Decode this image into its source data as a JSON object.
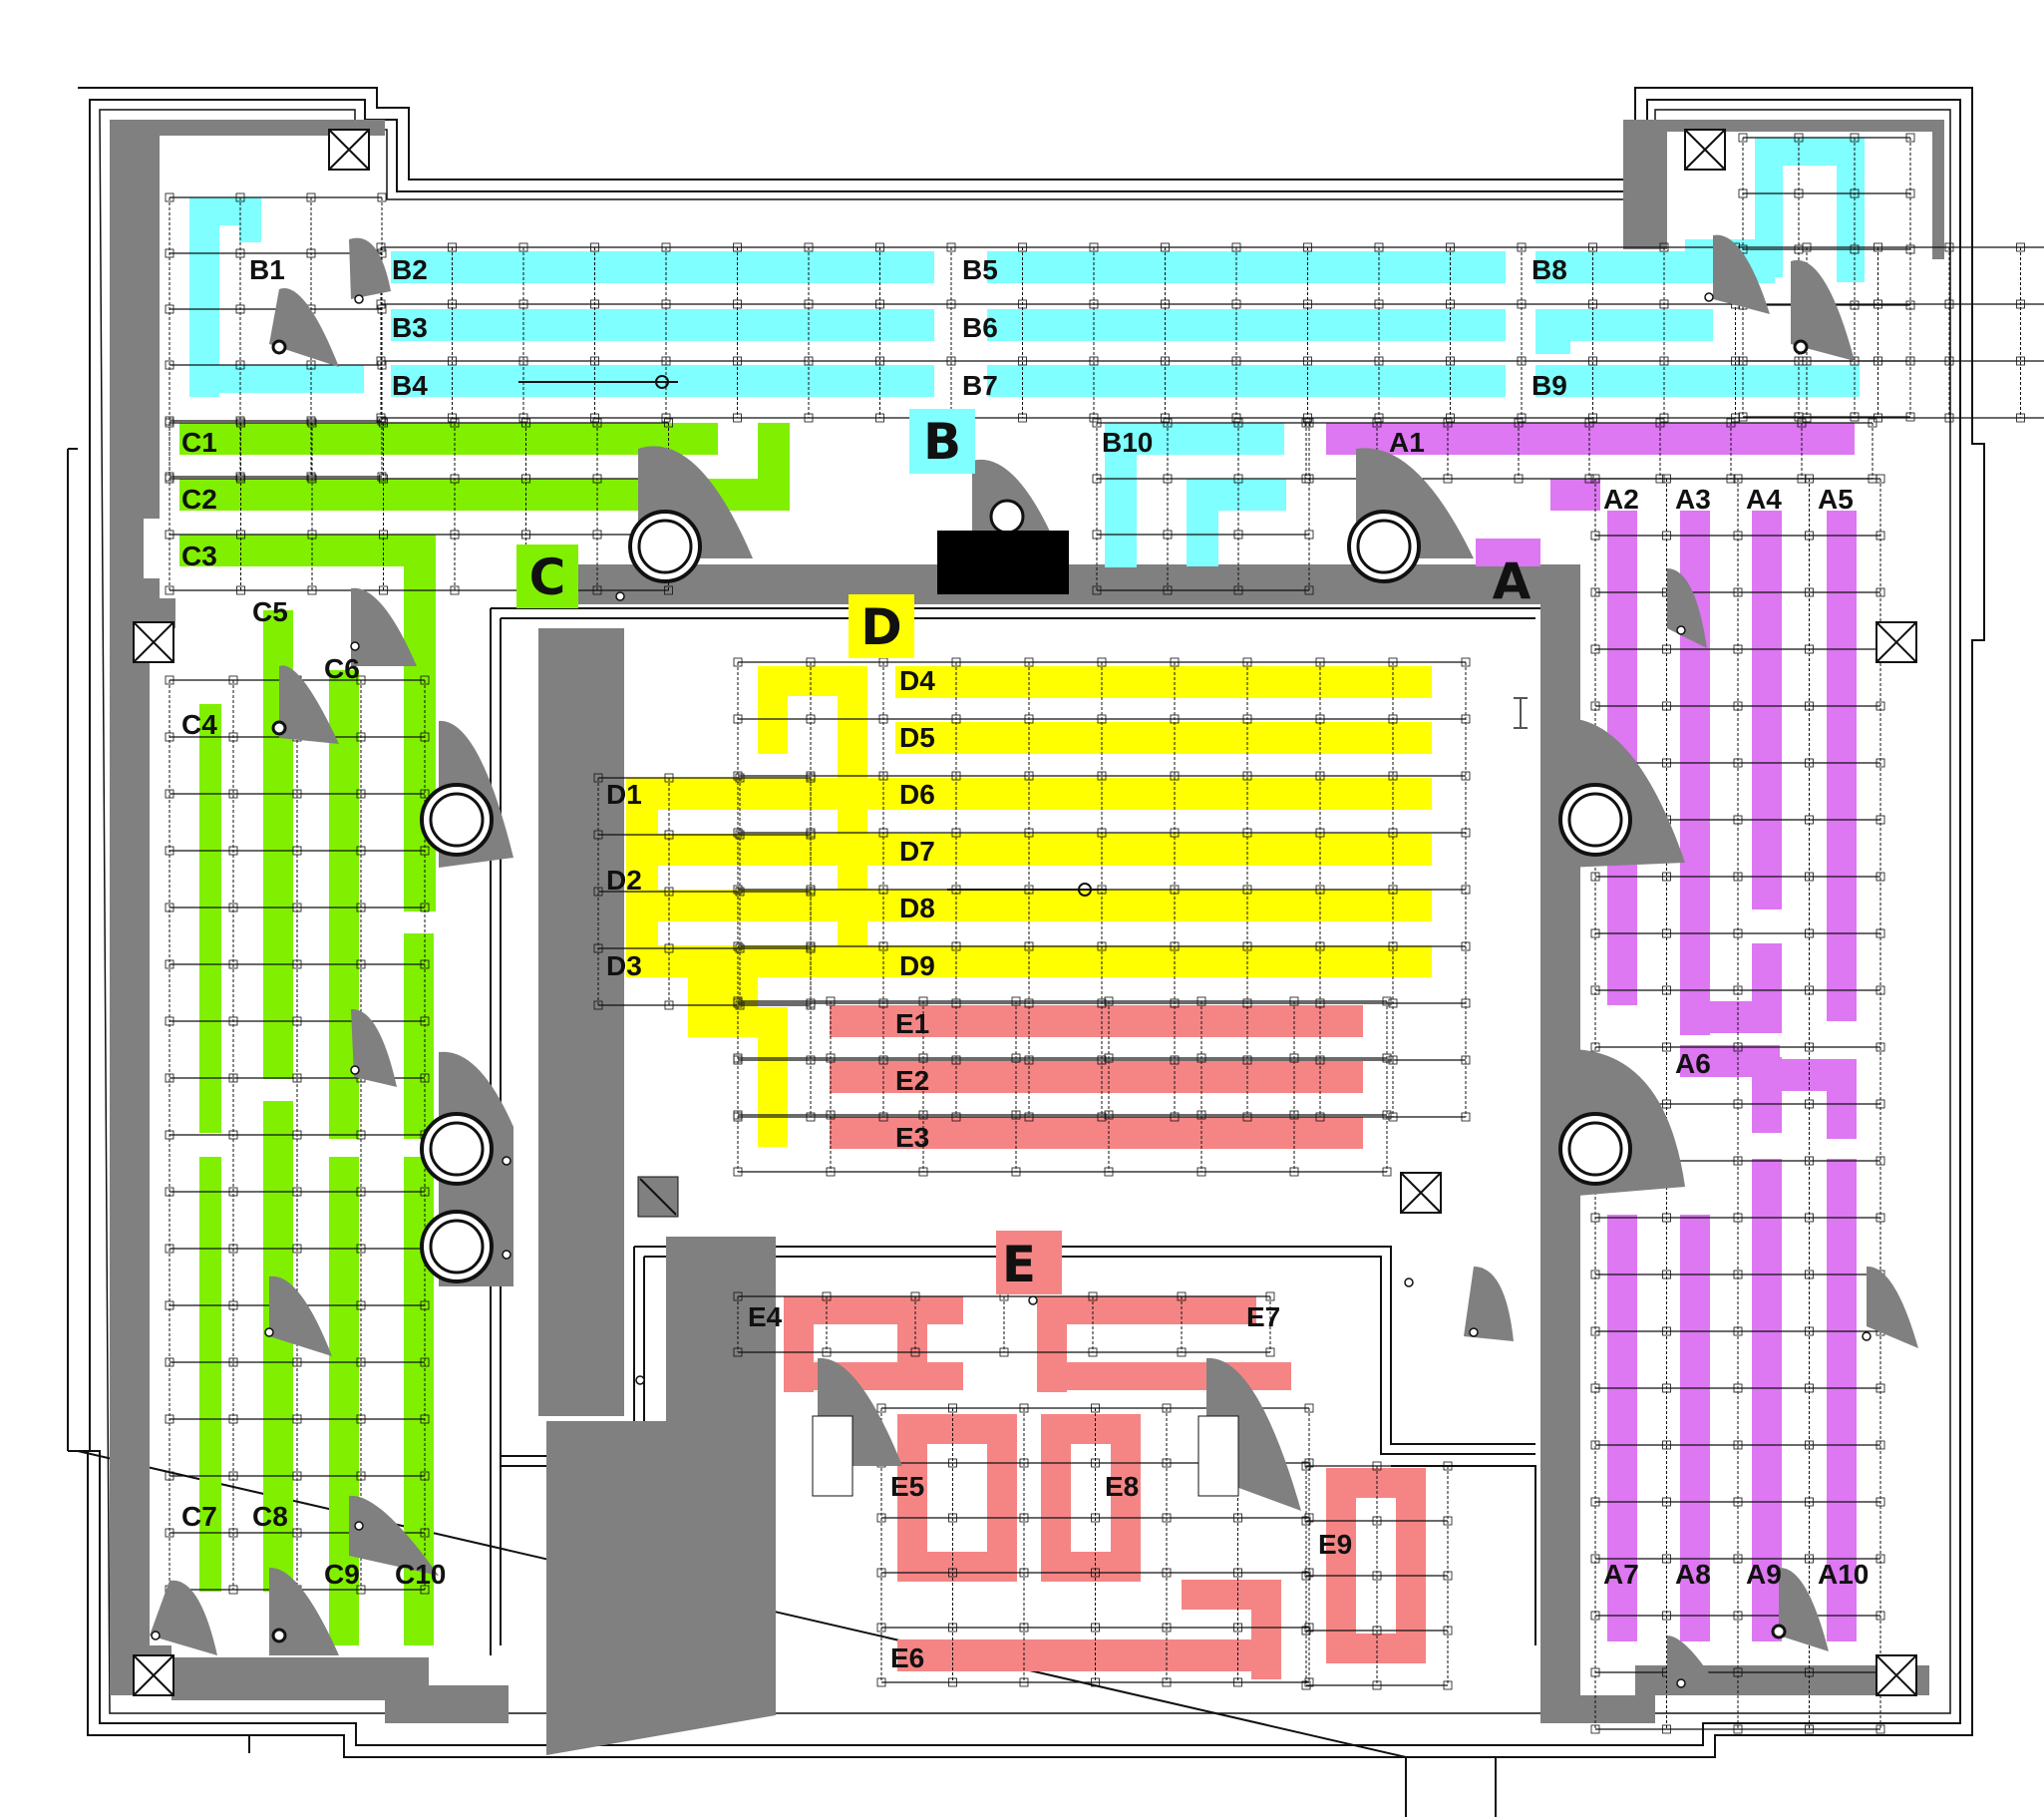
{
  "zones": {
    "A": {
      "label": "A",
      "color": "#dd77f2"
    },
    "B": {
      "label": "B",
      "color": "#7fffff"
    },
    "C": {
      "label": "C",
      "color": "#80f000"
    },
    "D": {
      "label": "D",
      "color": "#ffff00"
    },
    "E": {
      "label": "E",
      "color": "#f58585"
    }
  },
  "rows": {
    "A1": "A1",
    "A2": "A2",
    "A3": "A3",
    "A4": "A4",
    "A5": "A5",
    "A6": "A6",
    "A7": "A7",
    "A8": "A8",
    "A9": "A9",
    "A10": "A10",
    "B1": "B1",
    "B2": "B2",
    "B3": "B3",
    "B4": "B4",
    "B5": "B5",
    "B6": "B6",
    "B7": "B7",
    "B8": "B8",
    "B9": "B9",
    "B10": "B10",
    "C1": "C1",
    "C2": "C2",
    "C3": "C3",
    "C4": "C4",
    "C5": "C5",
    "C6": "C6",
    "C7": "C7",
    "C8": "C8",
    "C9": "C9",
    "C10": "C10",
    "D1": "D1",
    "D2": "D2",
    "D3": "D3",
    "D4": "D4",
    "D5": "D5",
    "D6": "D6",
    "D7": "D7",
    "D8": "D8",
    "D9": "D9",
    "E1": "E1",
    "E2": "E2",
    "E3": "E3",
    "E4": "E4",
    "E5": "E5",
    "E6": "E6",
    "E7": "E7",
    "E8": "E8",
    "E9": "E9"
  },
  "colors": {
    "wall": "#808080",
    "outline": "#111111",
    "booth": "#000000"
  }
}
